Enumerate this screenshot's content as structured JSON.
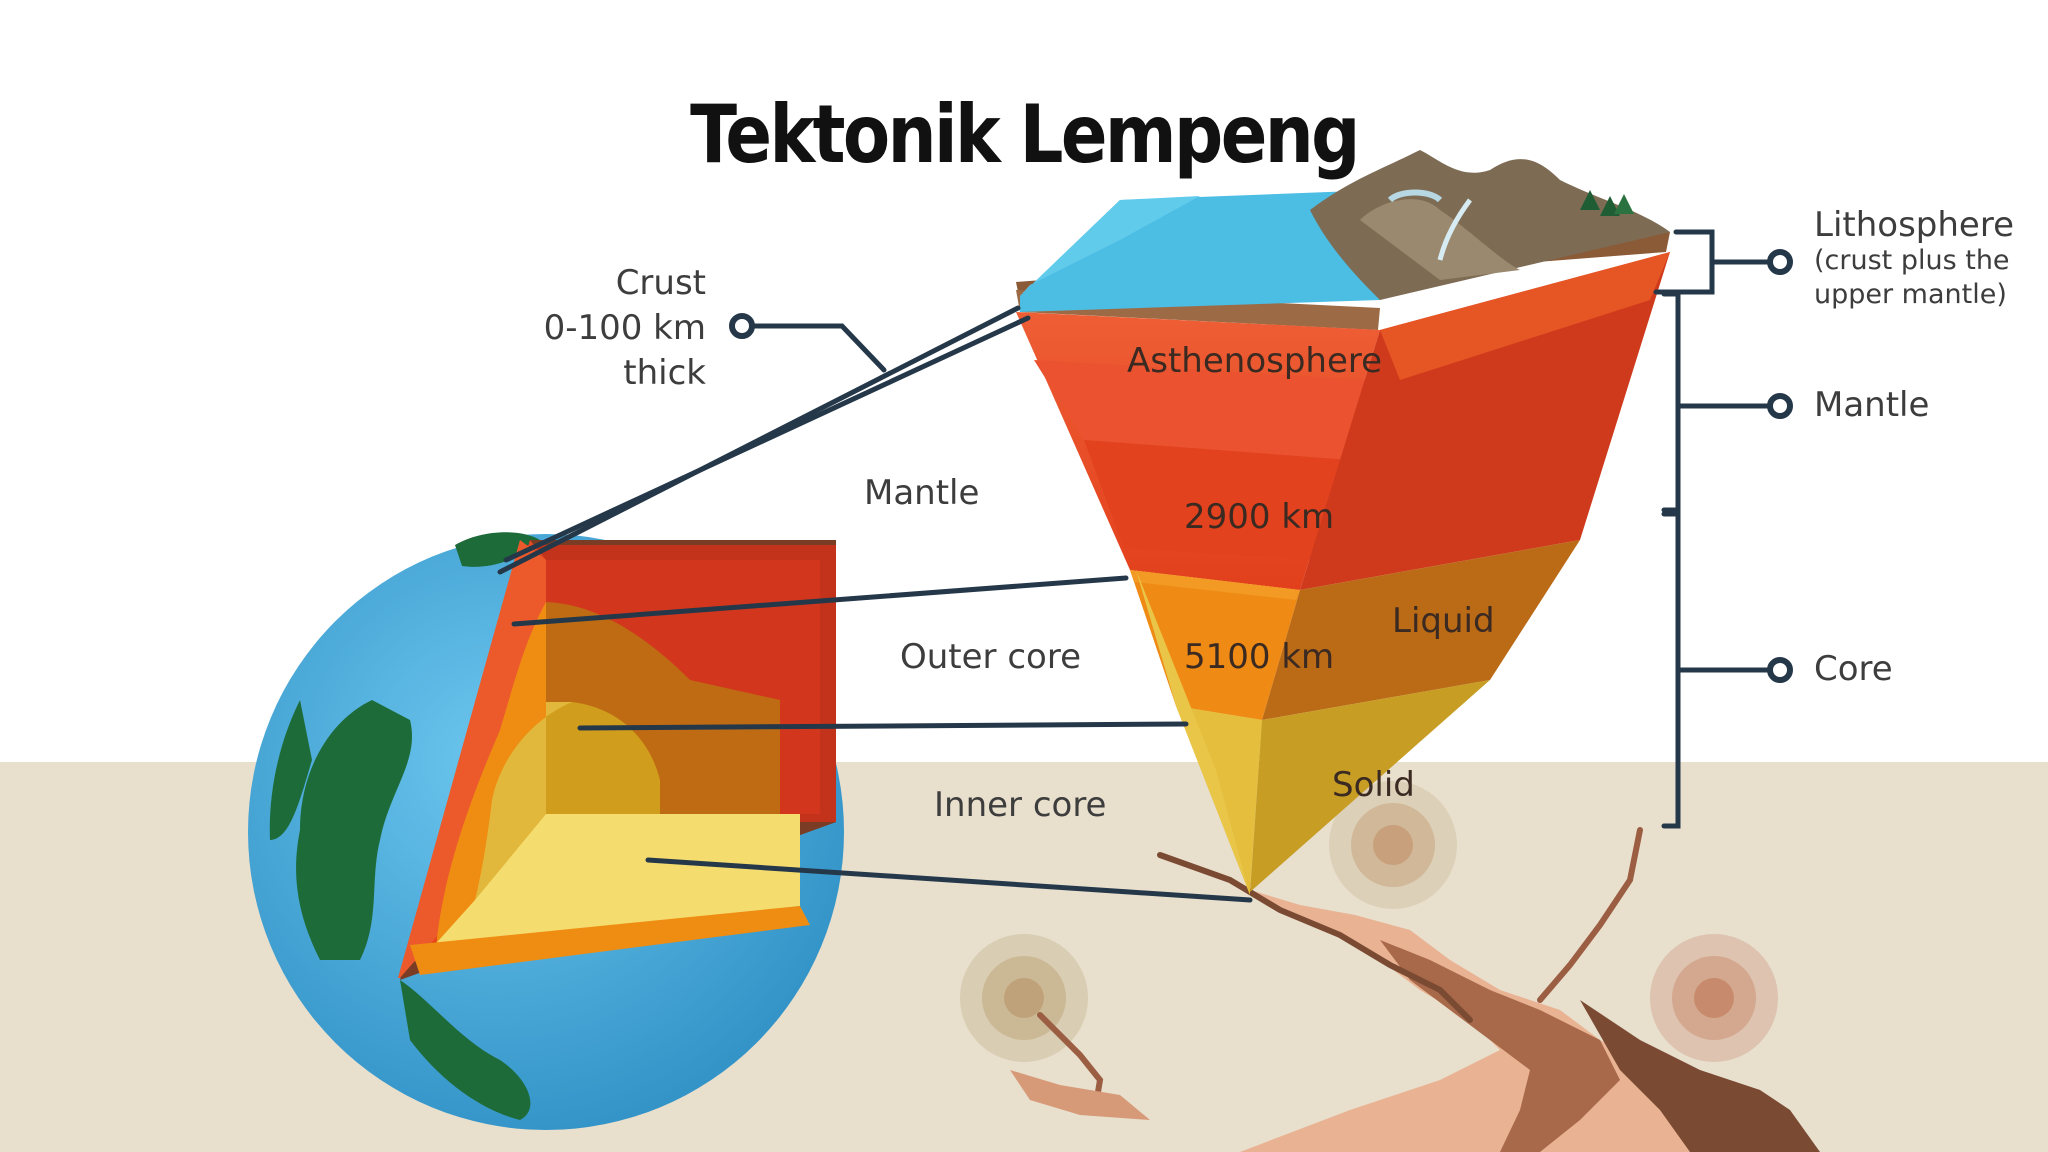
{
  "title": "Tektonik Lempeng",
  "left_labels": {
    "crust_title": "Crust",
    "crust_thickness": "0-100 km",
    "crust_thick": "thick",
    "mantle": "Mantle",
    "outer_core": "Outer core",
    "inner_core": "Inner core"
  },
  "wedge_labels": {
    "asthenosphere": "Asthenosphere",
    "depth_mantle": "2900 km",
    "depth_core": "5100 km",
    "liquid": "Liquid",
    "solid": "Solid"
  },
  "right_labels": {
    "lithosphere": "Lithosphere",
    "lithosphere_note_1": "(crust plus the",
    "lithosphere_note_2": "upper mantle)",
    "mantle": "Mantle",
    "core": "Core"
  },
  "colors": {
    "ocean": "#4eb3e2",
    "land": "#1e6b3a",
    "crust": "#8a4a2c",
    "mantle_light": "#ea5a2a",
    "mantle_dark": "#c3331b",
    "outer_core": "#ef8c12",
    "inner_core": "#e6bc3a",
    "ground": "#e8dfcd",
    "leader": "#25384a"
  }
}
